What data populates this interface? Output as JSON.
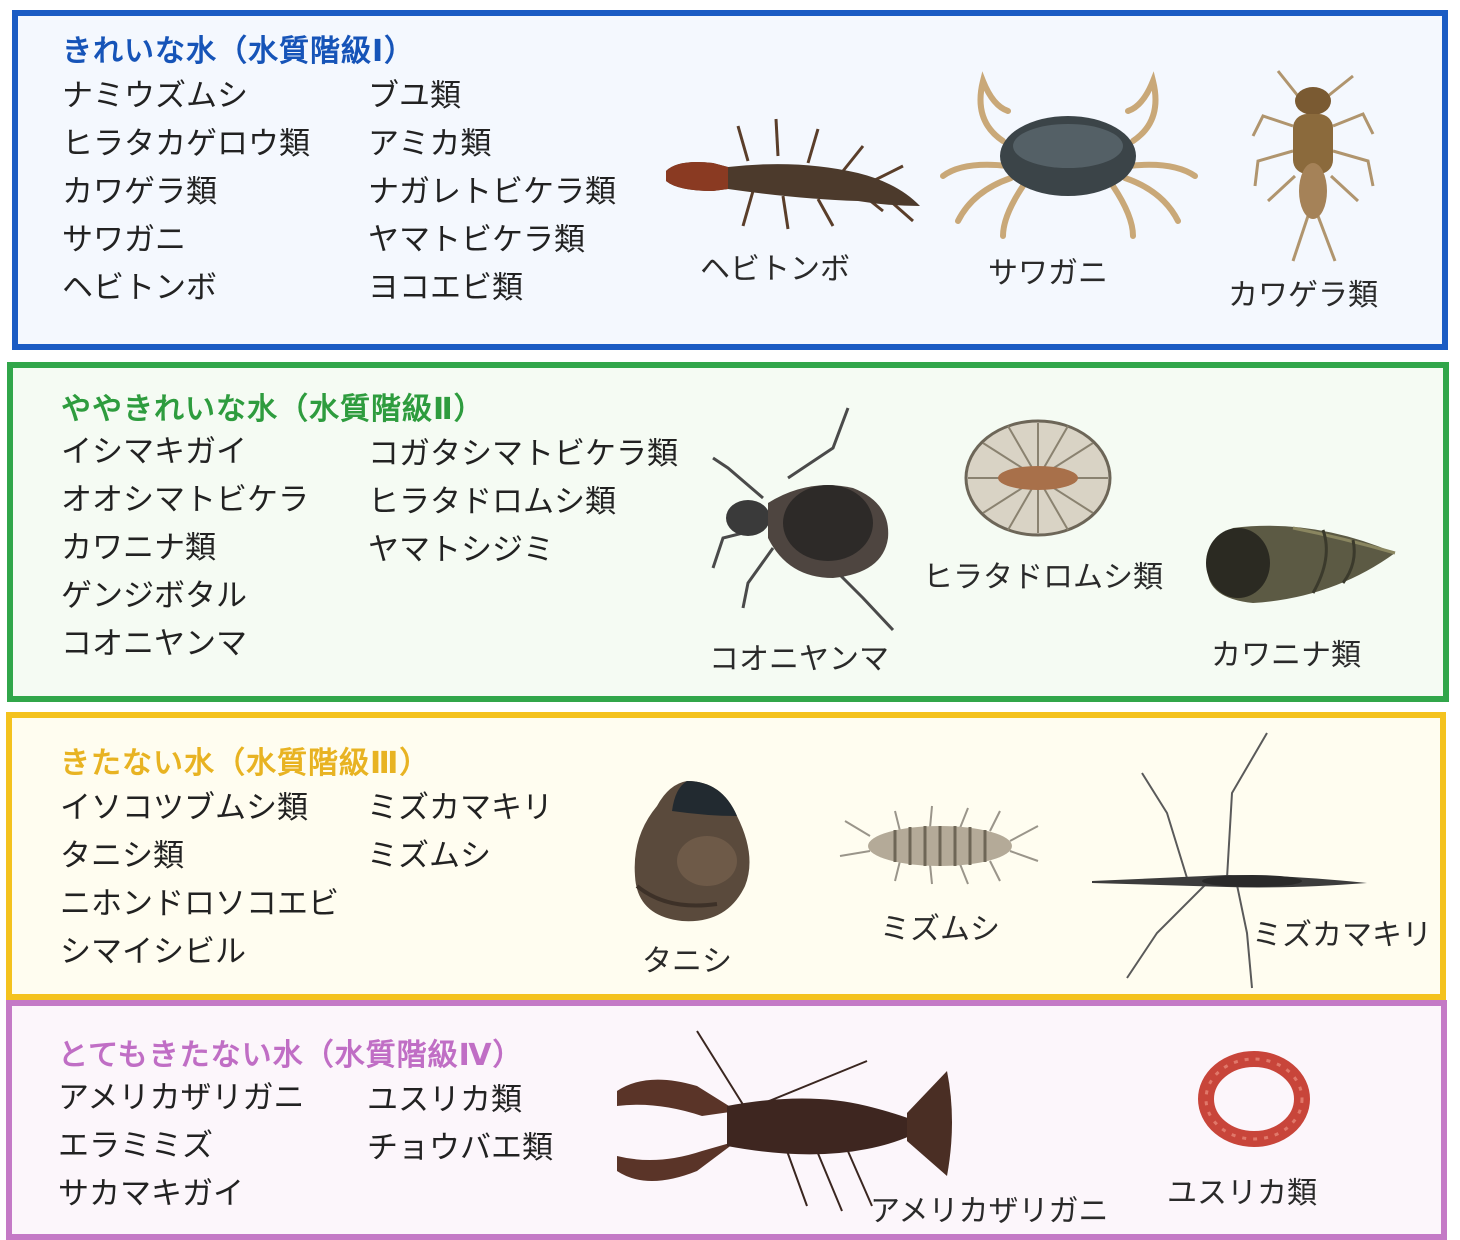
{
  "colors": {
    "level1": "#1b5cc4",
    "level2": "#31a64a",
    "level3": "#f4c21e",
    "level4": "#c47ac6",
    "level1_title": "#1654b8",
    "level2_title": "#2e9c3e",
    "level3_title": "#e8b322",
    "level4_title": "#c06ec5",
    "level1_bg": "#f4f8fe",
    "level2_bg": "#f5fbf3",
    "level3_bg": "#fffdf0",
    "level4_bg": "#fcf6fb"
  },
  "sections": [
    {
      "title": "きれいな水（水質階級Ⅰ）",
      "col1": [
        "ナミウズムシ",
        "ヒラタカゲロウ類",
        "カワゲラ類",
        "サワガニ",
        "ヘビトンボ"
      ],
      "col2": [
        "ブユ類",
        "アミカ類",
        "ナガレトビケラ類",
        "ヤマトビケラ類",
        "ヨコエビ類"
      ],
      "illustrations": [
        {
          "caption": "ヘビトンボ",
          "icon": "dobsonfly-larva-icon"
        },
        {
          "caption": "サワガニ",
          "icon": "freshwater-crab-icon"
        },
        {
          "caption": "カワゲラ類",
          "icon": "stonefly-larva-icon"
        }
      ]
    },
    {
      "title": "ややきれいな水（水質階級Ⅱ）",
      "col1": [
        "イシマキガイ",
        "オオシマトビケラ",
        "カワニナ類",
        "ゲンジボタル",
        "コオニヤンマ"
      ],
      "col2": [
        "コガタシマトビケラ類",
        "ヒラタドロムシ類",
        "ヤマトシジミ"
      ],
      "illustrations": [
        {
          "caption": "コオニヤンマ",
          "icon": "dragonfly-larva-icon"
        },
        {
          "caption": "ヒラタドロムシ類",
          "icon": "water-penny-icon"
        },
        {
          "caption": "カワニナ類",
          "icon": "river-snail-icon"
        }
      ]
    },
    {
      "title": "きたない水（水質階級Ⅲ）",
      "col1": [
        "イソコツブムシ類",
        "タニシ類",
        "ニホンドロソコエビ",
        "シマイシビル"
      ],
      "col2": [
        "ミズカマキリ",
        "ミズムシ"
      ],
      "illustrations": [
        {
          "caption": "タニシ",
          "icon": "pond-snail-icon"
        },
        {
          "caption": "ミズムシ",
          "icon": "water-louse-icon"
        },
        {
          "caption": "ミズカマキリ",
          "icon": "water-stick-insect-icon"
        }
      ]
    },
    {
      "title": "とてもきたない水（水質階級Ⅳ）",
      "col1": [
        "アメリカザリガニ",
        "エラミミズ",
        "サカマキガイ"
      ],
      "col2": [
        "ユスリカ類",
        "チョウバエ類"
      ],
      "illustrations": [
        {
          "caption": "アメリカザリガニ",
          "icon": "crayfish-icon"
        },
        {
          "caption": "ユスリカ類",
          "icon": "bloodworm-icon"
        }
      ]
    }
  ]
}
